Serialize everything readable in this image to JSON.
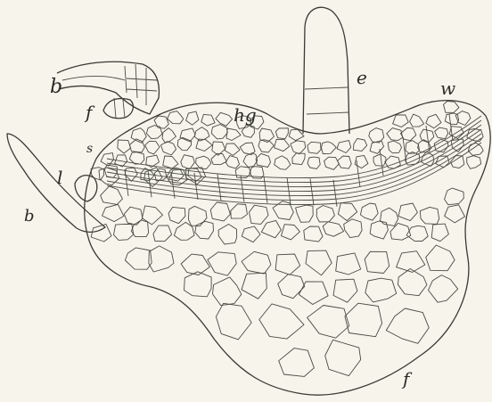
{
  "figure": {
    "labels": {
      "b_upper": "b",
      "f_upper": "f",
      "s": "s",
      "l": "l",
      "b_lower": "b",
      "hg": "hg",
      "e": "e",
      "w": "w",
      "f_lower": "f"
    },
    "colors": {
      "paper": "#f6f4eb",
      "ink": "#3a3a34"
    }
  }
}
